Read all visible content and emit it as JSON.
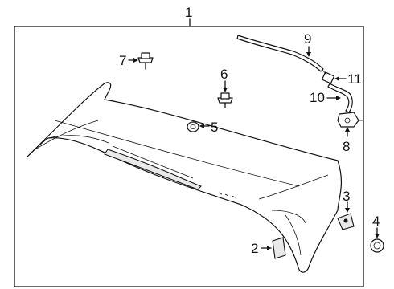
{
  "diagram": {
    "callouts": [
      {
        "id": "1",
        "text": "1"
      },
      {
        "id": "2",
        "text": "2"
      },
      {
        "id": "3",
        "text": "3"
      },
      {
        "id": "4",
        "text": "4"
      },
      {
        "id": "5",
        "text": "5"
      },
      {
        "id": "6",
        "text": "6"
      },
      {
        "id": "7",
        "text": "7"
      },
      {
        "id": "8",
        "text": "8"
      },
      {
        "id": "9",
        "text": "9"
      },
      {
        "id": "10",
        "text": "10"
      },
      {
        "id": "11",
        "text": "11"
      }
    ],
    "line_color": "#111111",
    "background": "#ffffff"
  }
}
